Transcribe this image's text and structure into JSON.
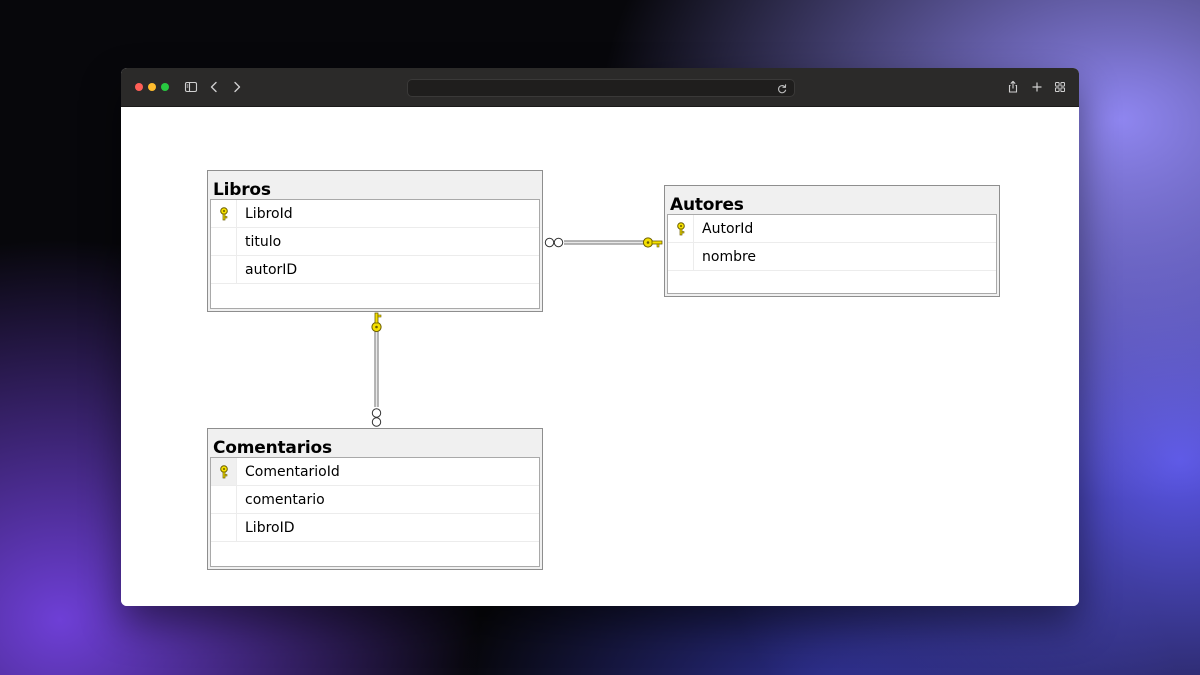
{
  "browser": {
    "url": "",
    "icons": [
      "sidebar-icon",
      "back-icon",
      "forward-icon",
      "reload-icon",
      "share-icon",
      "new-tab-icon",
      "tab-overview-icon"
    ]
  },
  "diagram": {
    "tables": [
      {
        "name": "Libros",
        "columns": [
          {
            "name": "LibroId",
            "primary_key": true
          },
          {
            "name": "titulo",
            "primary_key": false
          },
          {
            "name": "autorID",
            "primary_key": false
          }
        ]
      },
      {
        "name": "Autores",
        "columns": [
          {
            "name": "AutorId",
            "primary_key": true
          },
          {
            "name": "nombre",
            "primary_key": false
          }
        ]
      },
      {
        "name": "Comentarios",
        "columns": [
          {
            "name": "ComentarioId",
            "primary_key": true
          },
          {
            "name": "comentario",
            "primary_key": false
          },
          {
            "name": "LibroID",
            "primary_key": false
          }
        ]
      }
    ],
    "relationships": [
      {
        "one": "Autores",
        "many": "Libros"
      },
      {
        "one": "Libros",
        "many": "Comentarios"
      }
    ],
    "colors": {
      "key": "#f5e000",
      "key_outline": "#6b5d00",
      "table_header": "#f0f0f0",
      "table_border": "#8e8e8e"
    }
  }
}
